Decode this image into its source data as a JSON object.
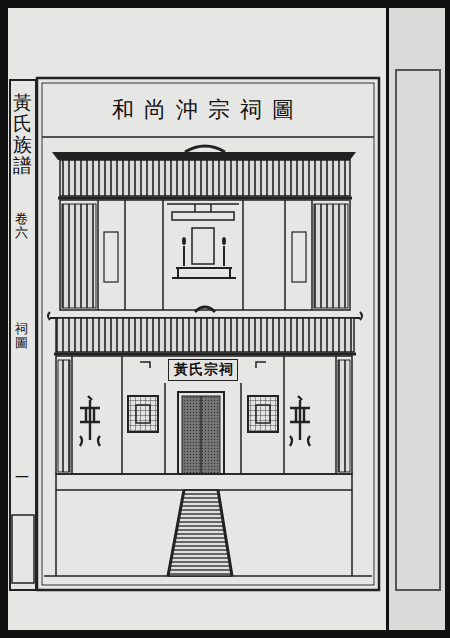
{
  "diagram": {
    "title": "和尚沖宗祠圖",
    "nodes": [
      {
        "text": [
          "黃氏宗祠"
        ]
      }
    ],
    "labels": [
      "黃氏族譜",
      "卷六",
      "祠圖",
      "一"
    ]
  }
}
